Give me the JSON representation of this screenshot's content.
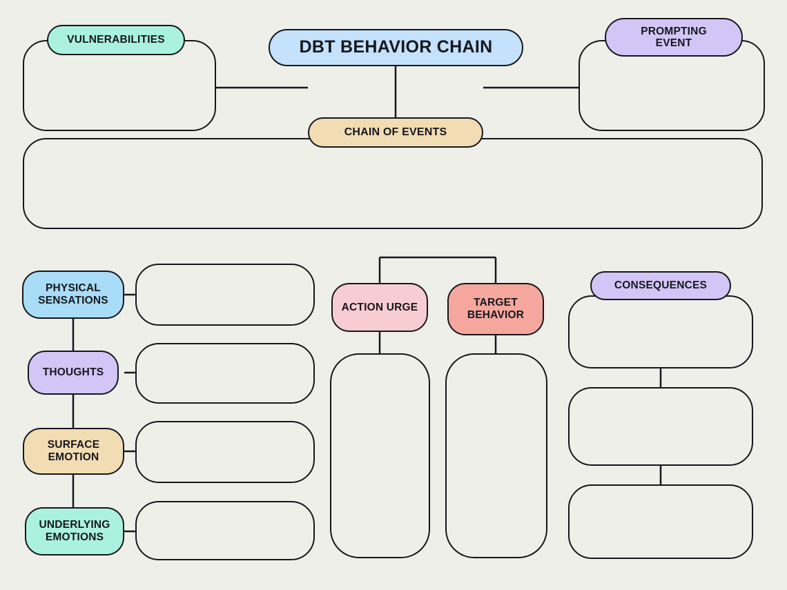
{
  "page": {
    "title": "DBT BEHAVIOR CHAIN",
    "background_color": "#eeefe9",
    "line_color": "#14161c"
  },
  "top_section": {
    "vulnerabilities": {
      "label": "VULNERABILITIES",
      "color": "#abf2de",
      "content": ""
    },
    "prompting_event": {
      "label": "PROMPTING\nEVENT",
      "label_line1": "PROMPTING",
      "label_line2": "EVENT",
      "color": "#d3c6f7",
      "content": ""
    },
    "chain_of_events": {
      "label": "CHAIN OF EVENTS",
      "color": "#f2dcb3",
      "content": ""
    }
  },
  "left_column": {
    "items": [
      {
        "label": "PHYSICAL\nSENSATIONS",
        "line1": "PHYSICAL",
        "line2": "SENSATIONS",
        "color": "#a9dcf7",
        "content": ""
      },
      {
        "label": "THOUGHTS",
        "line1": "THOUGHTS",
        "line2": "",
        "color": "#d3c6f7",
        "content": ""
      },
      {
        "label": "SURFACE\nEMOTION",
        "line1": "SURFACE",
        "line2": "EMOTION",
        "color": "#f2dcb3",
        "content": ""
      },
      {
        "label": "UNDERLYING\nEMOTIONS",
        "line1": "UNDERLYING",
        "line2": "EMOTIONS",
        "color": "#abf2de",
        "content": ""
      }
    ]
  },
  "middle_column": {
    "items": [
      {
        "label": "ACTION URGE",
        "line1": "ACTION URGE",
        "line2": "",
        "color": "#f8ccd3",
        "content": ""
      },
      {
        "label": "TARGET\nBEHAVIOR",
        "line1": "TARGET",
        "line2": "BEHAVIOR",
        "color": "#f6a79d",
        "content": ""
      }
    ]
  },
  "right_column": {
    "consequences": {
      "label": "CONSEQUENCES",
      "color": "#d3c6f7"
    },
    "boxes": [
      "",
      "",
      ""
    ]
  }
}
